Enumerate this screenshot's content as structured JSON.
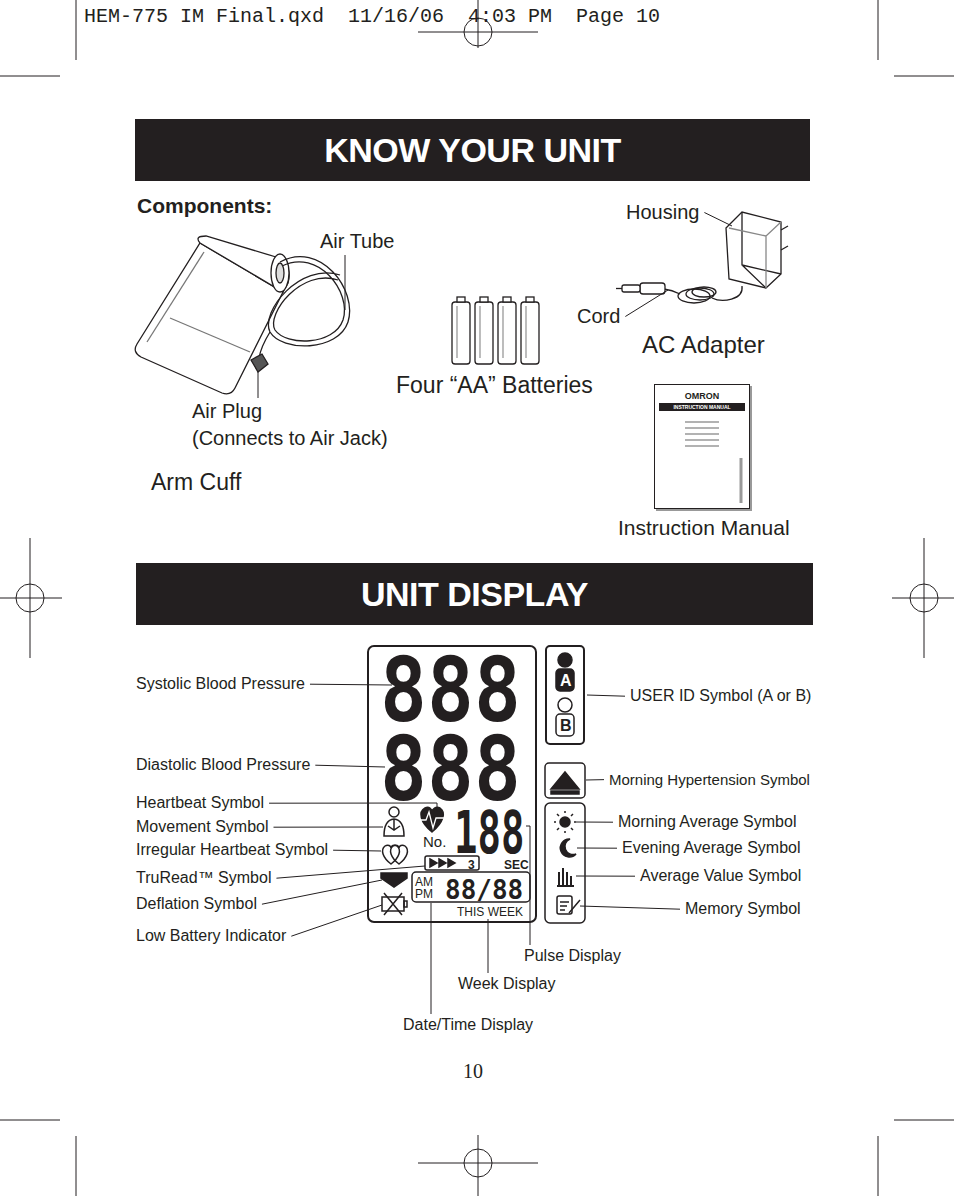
{
  "diagram": {
    "nodes": [
      {
        "text": [
          "KNOW YOUR UNIT"
        ]
      },
      {
        "text": [
          "OMRON",
          "INSTRUCTION MANUAL"
        ]
      },
      {
        "text": [
          "UNIT DISPLAY"
        ]
      },
      {
        "text": [
          "888",
          "888",
          "No.",
          "188",
          "3",
          "SEC",
          "AM",
          "PM",
          "88/88",
          "THIS WEEK"
        ]
      },
      {
        "text": [
          "A",
          "B"
        ]
      }
    ],
    "labels": [
      "HEM-775 IM Final.qxd  11/16/06  4:03 PM  Page 10",
      "Components:",
      "Housing",
      "Air Tube",
      "Cord",
      "AC Adapter",
      "Four “AA” Batteries",
      "Air Plug",
      "(Connects to Air Jack)",
      "Arm Cuff",
      "Instruction Manual",
      "Systolic Blood Pressure",
      "Diastolic Blood Pressure",
      "Heartbeat Symbol",
      "Movement Symbol",
      "Irregular Heartbeat Symbol",
      "TruRead™ Symbol",
      "Deflation Symbol",
      "Low Battery Indicator",
      "USER ID Symbol (A or B)",
      "Morning Hypertension Symbol",
      "Morning Average Symbol",
      "Evening Average Symbol",
      "Average Value Symbol",
      "Memory Symbol",
      "Pulse Display",
      "Week Display",
      "Date/Time Display",
      "10"
    ]
  }
}
